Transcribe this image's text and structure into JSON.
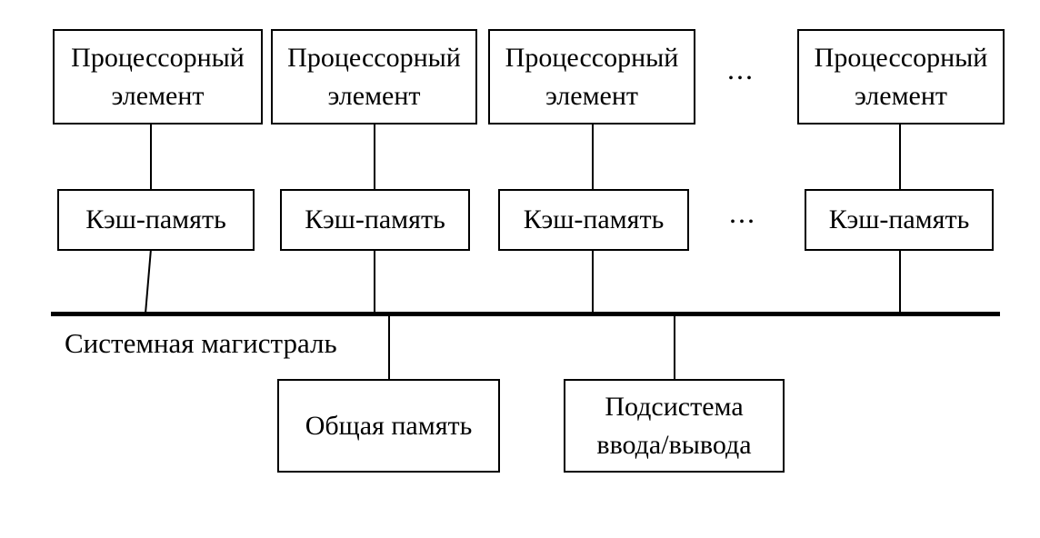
{
  "colors": {
    "line": "#000000",
    "background": "#ffffff"
  },
  "diagram": {
    "processors": [
      {
        "lines": [
          "Процессорный",
          "элемент"
        ]
      },
      {
        "lines": [
          "Процессорный",
          "элемент"
        ]
      },
      {
        "lines": [
          "Процессорный",
          "элемент"
        ]
      },
      {
        "lines": [
          "Процессорный",
          "элемент"
        ]
      }
    ],
    "caches": [
      {
        "label": "Кэш-память"
      },
      {
        "label": "Кэш-память"
      },
      {
        "label": "Кэш-память"
      },
      {
        "label": "Кэш-память"
      }
    ],
    "ellipsis_top": "...",
    "ellipsis_middle": "...",
    "bus_label": "Системная магистраль",
    "shared_memory_label": "Общая память",
    "io_subsystem_lines": [
      "Подсистема",
      "ввода/вывода"
    ]
  }
}
